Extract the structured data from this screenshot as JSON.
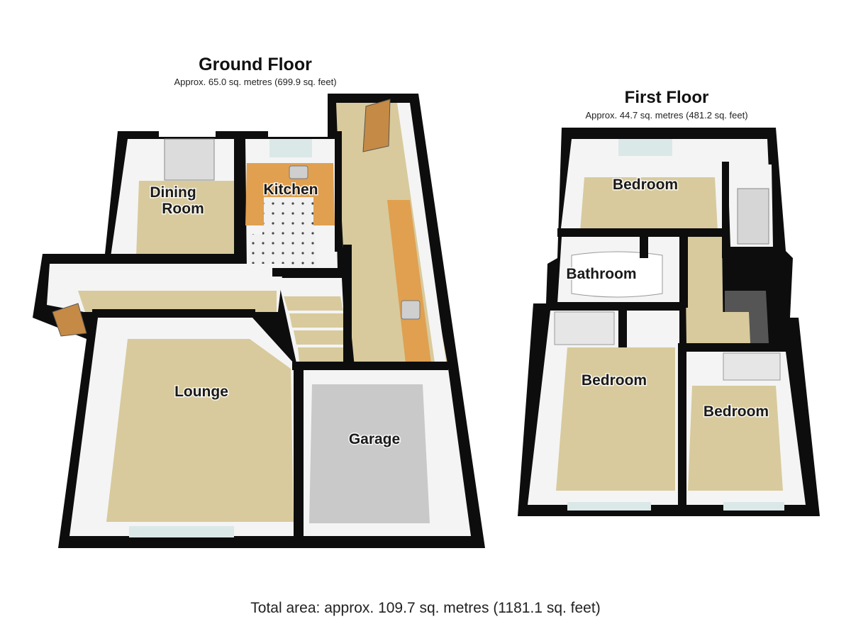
{
  "ground_floor": {
    "title": "Ground Floor",
    "area": "Approx.  65.0 sq. metres (699.9 sq. feet)",
    "rooms": {
      "dining": [
        "Dining",
        "Room"
      ],
      "kitchen": "Kitchen",
      "lounge": "Lounge",
      "garage": "Garage"
    }
  },
  "first_floor": {
    "title": "First Floor",
    "area": "Approx.  44.7 sq. metres (481.2 sq. feet)",
    "rooms": {
      "bedroom_top": "Bedroom",
      "bathroom": "Bathroom",
      "bedroom_left": "Bedroom",
      "bedroom_right": "Bedroom"
    }
  },
  "total_area": "Total area: approx. 109.7 sq. metres (1181.1 sq. feet)",
  "colors": {
    "wall": "#0d0d0d",
    "carpet": "#d8ca9c",
    "floor_grey": "#c9c9c9",
    "worktop": "#e0a050",
    "wall_face": "#f4f4f4"
  }
}
